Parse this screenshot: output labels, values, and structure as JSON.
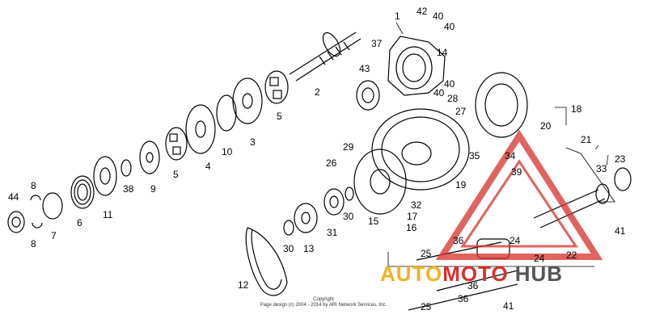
{
  "diagram": {
    "callouts": {
      "c1": "1",
      "c2": "2",
      "c3": "3",
      "c4": "4",
      "c5a": "5",
      "c5b": "5",
      "c6": "6",
      "c7": "7",
      "c8a": "8",
      "c8b": "8",
      "c9": "9",
      "c10": "10",
      "c11": "11",
      "c12": "12",
      "c13": "13",
      "c14": "14",
      "c15": "15",
      "c16": "16",
      "c17": "17",
      "c18": "18",
      "c19": "19",
      "c20": "20",
      "c21": "21",
      "c22": "22",
      "c23": "23",
      "c24a": "24",
      "c24b": "24",
      "c25a": "25",
      "c25b": "25",
      "c26": "26",
      "c27": "27",
      "c28": "28",
      "c29": "29",
      "c30a": "30",
      "c30b": "30",
      "c31": "31",
      "c32": "32",
      "c33": "33",
      "c34": "34",
      "c35": "35",
      "c36a": "36",
      "c36b": "36",
      "c36c": "36",
      "c37": "37",
      "c38": "38",
      "c39": "39",
      "c40a": "40",
      "c40b": "40",
      "c40c": "40",
      "c40d": "40",
      "c41a": "41",
      "c41b": "41",
      "c42": "42",
      "c43": "43",
      "c44": "44"
    },
    "copyright_line1": "Copyright",
    "copyright_line2": "Page design (c) 2004 - 2014 by ARI Network Services, Inc.",
    "watermark_part1": "AUTO",
    "watermark_part2": "MOTO",
    "watermark_part3": "HUB",
    "colors": {
      "line": "#000000",
      "watermark_red": "#d8302a",
      "watermark_yellow": "#f0b323",
      "watermark_grey": "#555555"
    }
  }
}
